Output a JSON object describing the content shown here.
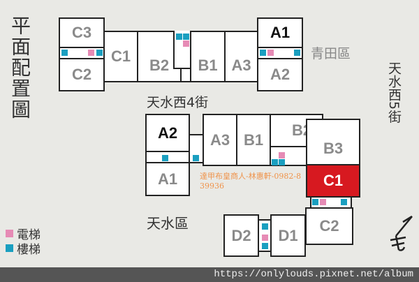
{
  "title": "平面配置圖",
  "streets": {
    "north": "天水西4街",
    "east": "天水西5街"
  },
  "areas": {
    "top": "青田區",
    "bottom": "天水區"
  },
  "top_building": {
    "units": [
      "C3",
      "C2",
      "C1",
      "B2",
      "B1",
      "A3",
      "A1",
      "A2"
    ]
  },
  "bottom_building": {
    "units": [
      "A2",
      "A1",
      "A3",
      "B1",
      "B2",
      "B3",
      "C1",
      "C2",
      "D1",
      "D2"
    ],
    "highlighted": "C1"
  },
  "legend": [
    {
      "label": "電梯",
      "color": "#e68bb5"
    },
    {
      "label": "樓梯",
      "color": "#1a9fc0"
    }
  ],
  "highlight_color": "#d71920",
  "watermark": "達甲布皇商人-林惠軒-0982-839936",
  "footer_url": "https://onlylouds.pixnet.net/album",
  "icons": [
    "north-arrow-icon"
  ]
}
